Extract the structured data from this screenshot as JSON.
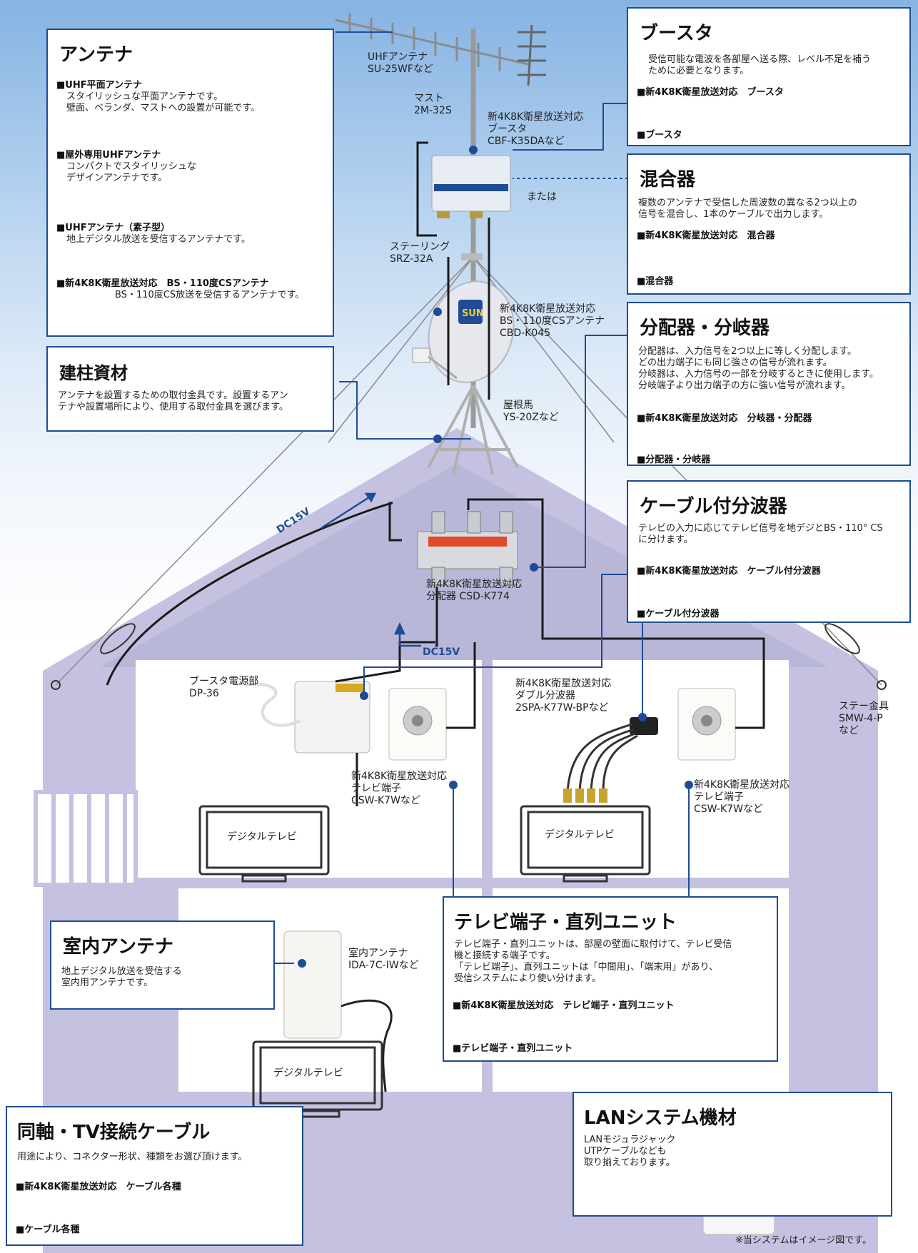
{
  "boxes": {
    "antenna": {
      "title": "アンテナ",
      "items": [
        {
          "name": "■UHF平面アンテナ",
          "desc": "スタイリッシュな平面アンテナです。\n壁面、ベランダ、マストへの設置が可能です。"
        },
        {
          "name": "■屋外専用UHFアンテナ",
          "desc": "コンパクトでスタイリッシュな\nデザインアンテナです。"
        },
        {
          "name": "■UHFアンテナ（素子型）",
          "desc": "地上デジタル放送を受信するアンテナです。"
        },
        {
          "name": "■新4K8K衛星放送対応　BS・110度CSアンテナ",
          "desc": "BS・110度CS放送を受信するアンテナです。"
        }
      ]
    },
    "mast_materials": {
      "title": "建柱資材",
      "desc": "アンテナを設置するための取付金具です。設置するアン\nテナや設置場所により、使用する取付金具を選びます。"
    },
    "booster": {
      "title": "ブースタ",
      "desc": "受信可能な電波を各部屋へ送る際、レベル不足を補う\nために必要となります。",
      "links": [
        "■新4K8K衛星放送対応　ブースタ",
        "■ブースタ"
      ]
    },
    "mixer": {
      "title": "混合器",
      "desc": "複数のアンテナで受信した周波数の異なる2つ以上の\n信号を混合し、1本のケーブルで出力します。",
      "links": [
        "■新4K8K衛星放送対応　混合器",
        "■混合器"
      ]
    },
    "distributor": {
      "title": "分配器・分岐器",
      "desc": "分配器は、入力信号を2つ以上に等しく分配します。\nどの出力端子にも同じ強さの信号が流れます。\n分岐器は、入力信号の一部を分岐するときに使用します。\n分岐端子より出力端子の方に強い信号が流れます。",
      "links": [
        "■新4K8K衛星放送対応　分岐器・分配器",
        "■分配器・分岐器"
      ]
    },
    "splitter": {
      "title": "ケーブル付分波器",
      "desc": "テレビの入力に応じてテレビ信号を地デジとBS・110° CS\nに分けます。",
      "links": [
        "■新4K8K衛星放送対応　ケーブル付分波器",
        "■ケーブル付分波器"
      ]
    },
    "terminal": {
      "title": "テレビ端子・直列ユニット",
      "desc": "テレビ端子・直列ユニットは、部屋の壁面に取付けて、テレビ受信\n機と接続する端子です。\n「テレビ端子」、直列ユニットは「中間用」、「端末用」があり、\n受信システムにより使い分けます。",
      "links": [
        "■新4K8K衛星放送対応　テレビ端子・直列ユニット",
        "■テレビ端子・直列ユニット"
      ]
    },
    "indoor_antenna": {
      "title": "室内アンテナ",
      "desc": "地上デジタル放送を受信する\n室内用アンテナです。"
    },
    "cable": {
      "title": "同軸・TV接続ケーブル",
      "desc": "用途により、コネクター形状、種類をお選び頂けます。",
      "links": [
        "■新4K8K衛星放送対応　ケーブル各種",
        "■ケーブル各種"
      ]
    },
    "lan": {
      "title": "LANシステム機材",
      "desc": "LANモジュラジャック\nUTPケーブルなども\n取り揃えております。"
    }
  },
  "labels": {
    "uhf_antenna": "UHFアンテナ\nSU-25WFなど",
    "mast": "マスト\n2M-32S",
    "booster_unit": "新4K8K衛星放送対応\nブースタ\nCBF-K35DAなど",
    "or": "または",
    "stay_ring": "ステーリング\nSRZ-32A",
    "bs_antenna": "新4K8K衛星放送対応\nBS・110度CSアンテナ\nCBD-K045",
    "roof_mount": "屋根馬\nYS-20Zなど",
    "distributor_unit": "新4K8K衛星放送対応\n分配器 CSD-K774",
    "booster_power": "ブースタ電源部\nDP-36",
    "splitter_unit": "新4K8K衛星放送対応\nダブル分波器\n2SPA-K77W-BPなど",
    "stay_fitting": "ステー金具\nSMW-4-P\nなど",
    "tv_terminal_1": "新4K8K衛星放送対応\nテレビ端子\nCSW-K7Wなど",
    "tv_terminal_2": "新4K8K衛星放送対応\nテレビ端子\nCSW-K7Wなど",
    "indoor_antenna_unit": "室内アンテナ\nIDA-7C-IWなど",
    "dc_roof": "DC15V",
    "dc_attic": "DC15V",
    "tv_1": "デジタルテレビ",
    "tv_2": "デジタルテレビ",
    "tv_3": "デジタルテレビ",
    "note": "※当システムはイメージ図です。"
  },
  "colors": {
    "accent": "#1f4c94",
    "house": "#c4c2e0",
    "house_inner": "#ffffff",
    "cable": "#1a1a1a"
  }
}
